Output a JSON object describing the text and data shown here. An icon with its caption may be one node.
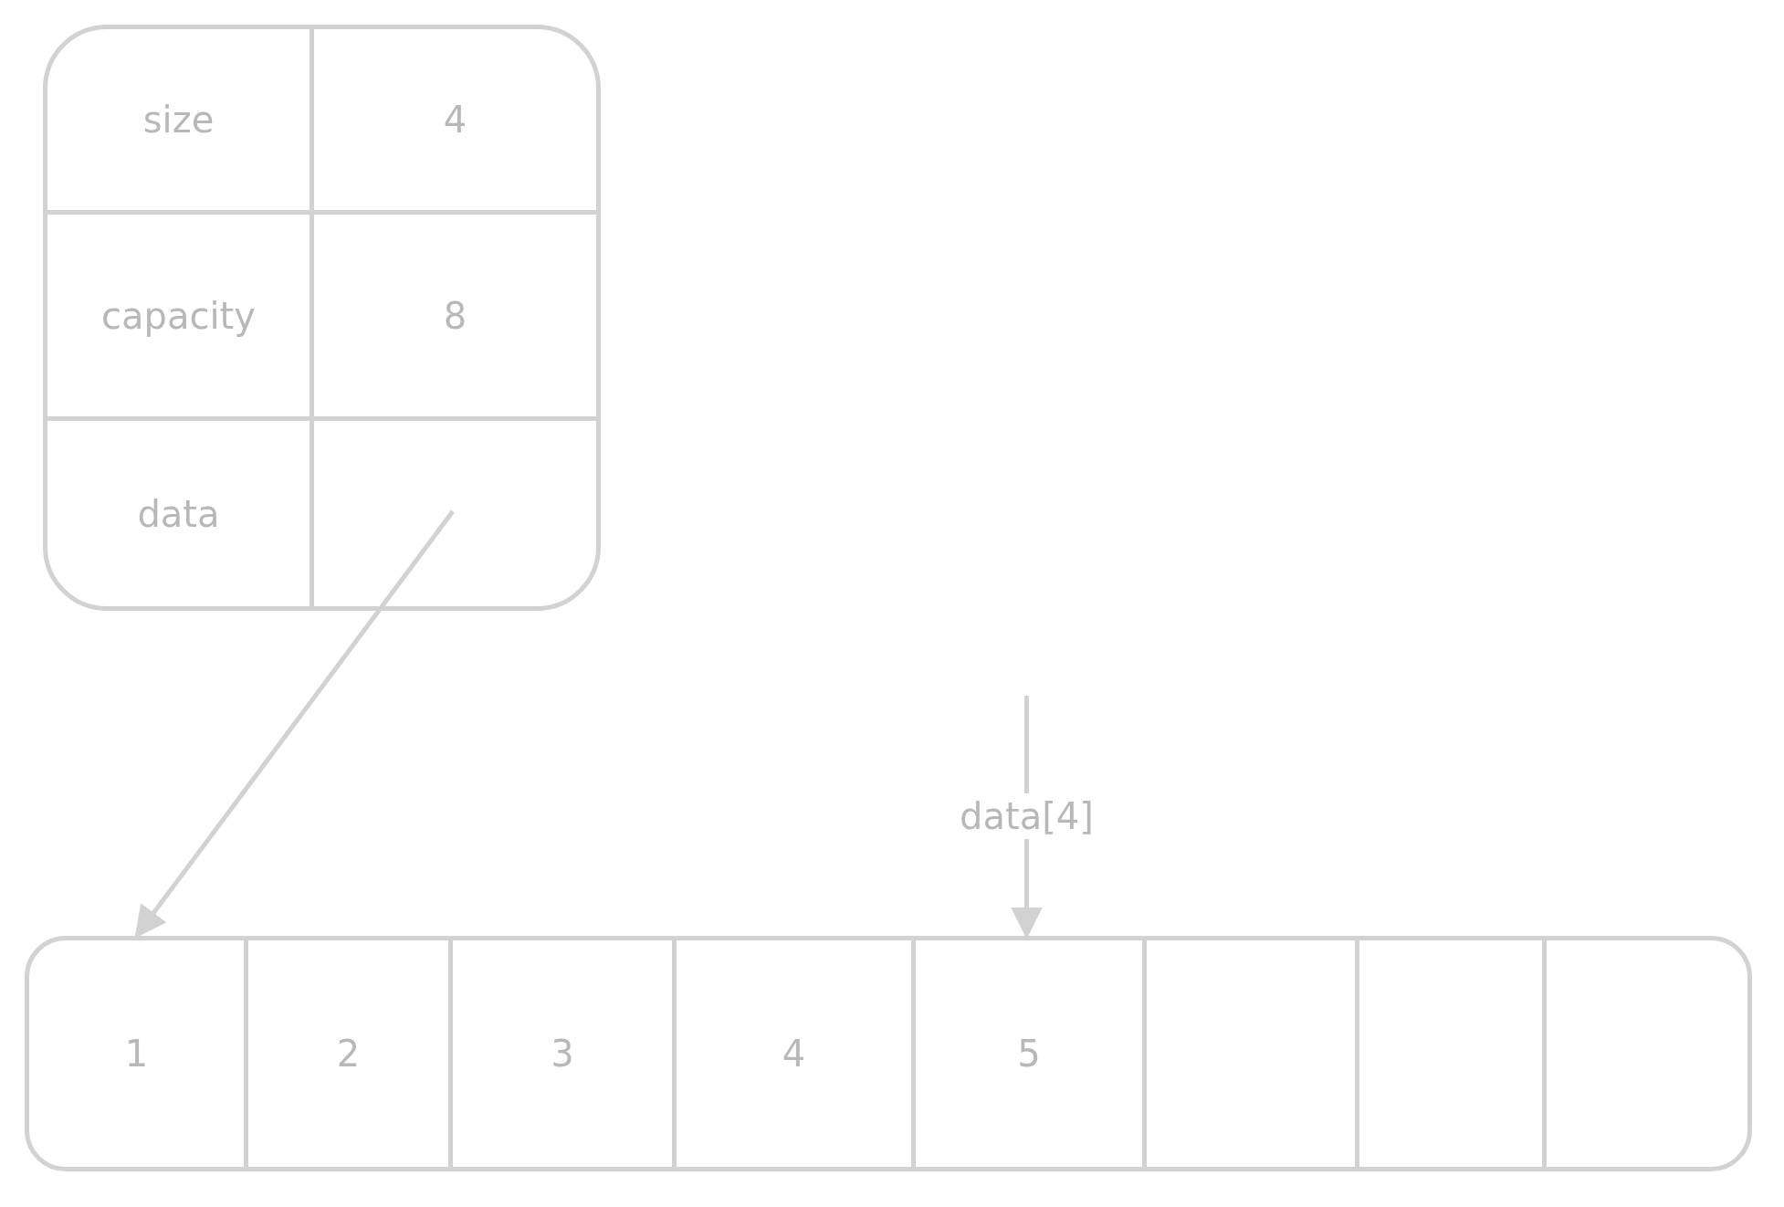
{
  "diagram": {
    "nodes": [
      {
        "text": [],
        "shape": "box"
      },
      {
        "text": [
          "size"
        ],
        "in": 0
      },
      {
        "text": [
          "4"
        ],
        "in": 0
      },
      {
        "text": [
          "capacity"
        ],
        "in": 0
      },
      {
        "text": [
          "8"
        ],
        "in": 0
      },
      {
        "text": [
          "data"
        ],
        "in": 0
      },
      {
        "text": [],
        "shape": "box",
        "in": 0
      },
      {
        "text": [],
        "shape": "box"
      },
      {
        "text": [
          "1"
        ],
        "in": 7
      },
      {
        "text": [
          "2"
        ],
        "in": 7
      },
      {
        "text": [
          "3"
        ],
        "in": 7
      },
      {
        "text": [
          "4"
        ],
        "in": 7
      },
      {
        "text": [
          "5"
        ],
        "in": 7
      },
      {
        "text": [],
        "shape": "box",
        "in": 7
      },
      {
        "text": [],
        "shape": "box",
        "in": 7
      },
      {
        "text": [],
        "shape": "box",
        "in": 7
      }
    ],
    "edges": [
      {
        "from": 6,
        "to": 8,
        "arrow": "to"
      },
      {
        "from": null,
        "to": 12,
        "arrow": "to",
        "label": "data[4]"
      }
    ]
  }
}
